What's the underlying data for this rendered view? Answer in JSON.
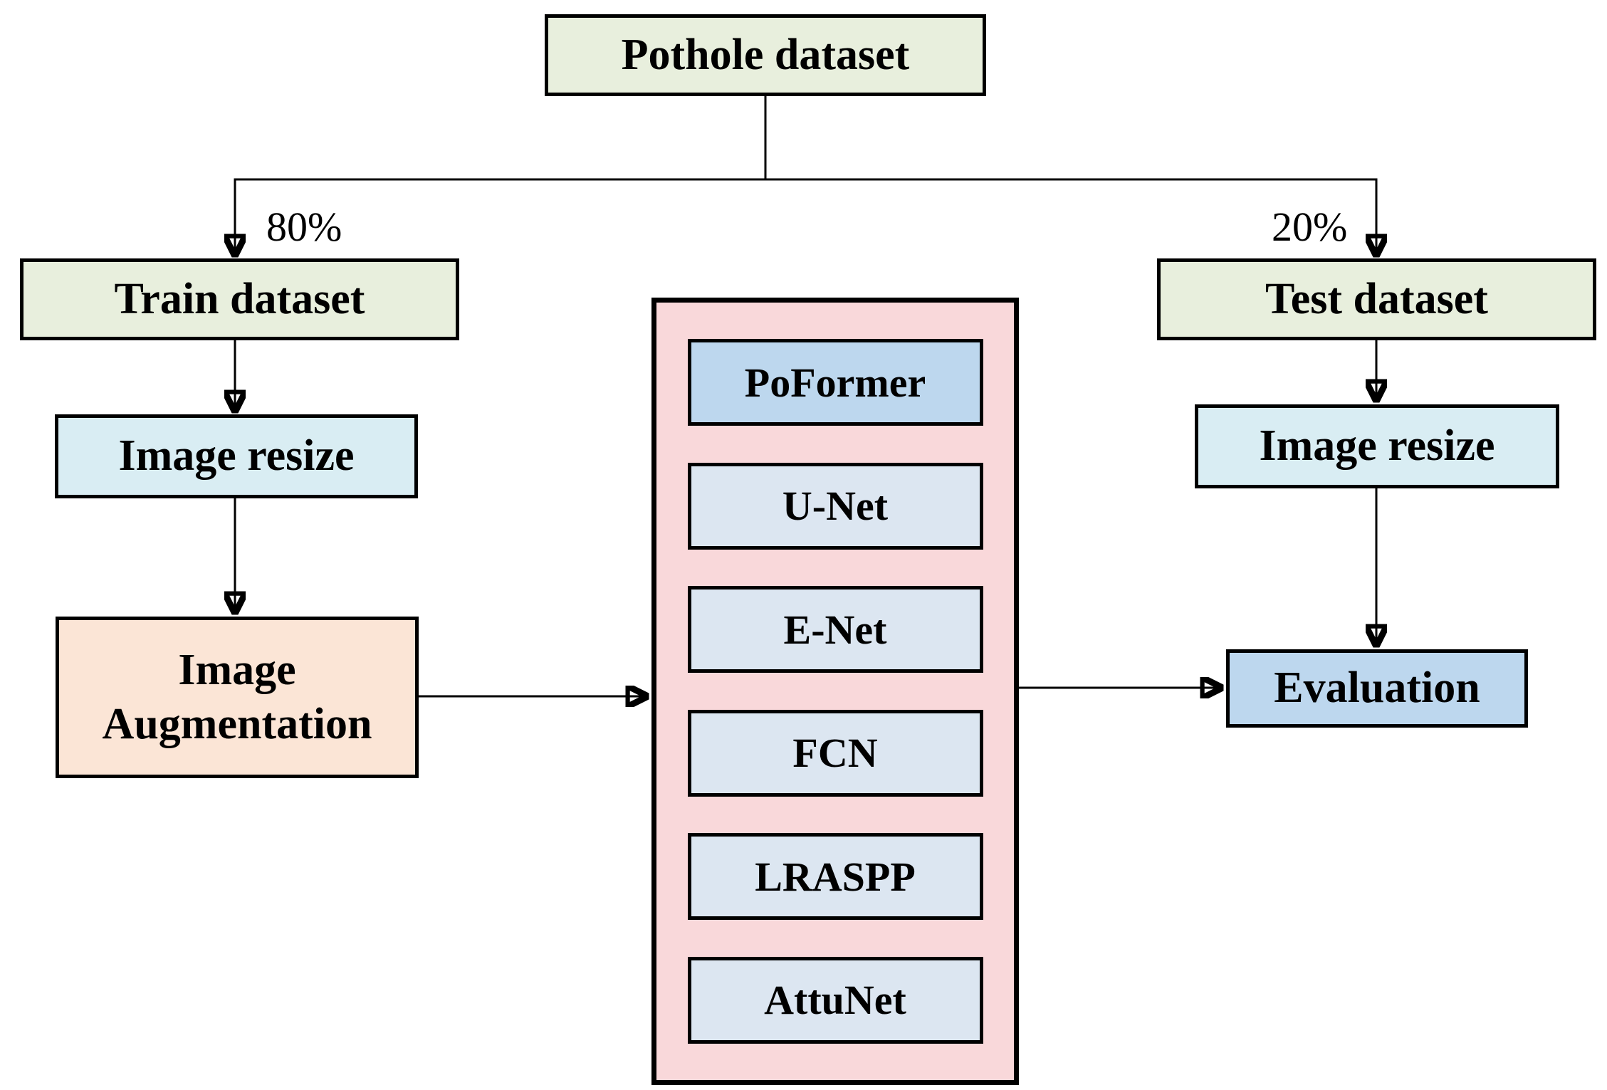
{
  "colors": {
    "dataset_fill": "#e8efdd",
    "resize_fill": "#d9edf3",
    "augmentation_fill": "#fbe5d6",
    "models_container_fill": "#f9d8da",
    "highlight_model_fill": "#bdd7ee",
    "model_fill": "#dce6f1",
    "line_color": "#000000"
  },
  "nodes": {
    "pothole": "Pothole dataset",
    "train": "Train dataset",
    "test": "Test dataset",
    "resize_left": "Image resize",
    "resize_right": "Image resize",
    "augmentation": "Image\nAugmentation",
    "evaluation": "Evaluation"
  },
  "split_labels": {
    "train": "80%",
    "test": "20%"
  },
  "models": [
    "PoFormer",
    "U-Net",
    "E-Net",
    "FCN",
    "LRASPP",
    "AttuNet"
  ]
}
